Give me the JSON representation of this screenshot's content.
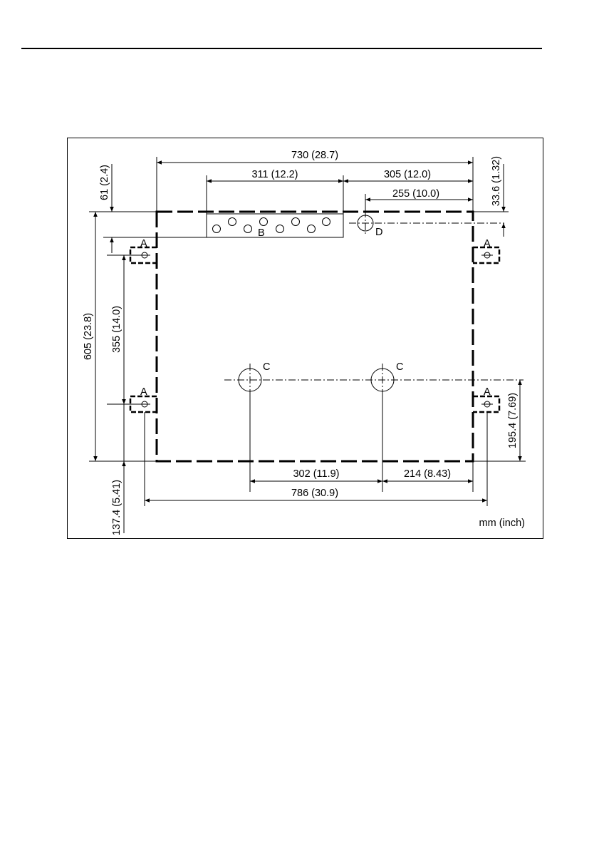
{
  "dimensions": {
    "overall_width": "730 (28.7)",
    "cable_plate_width": "311 (12.2)",
    "plate_offset_right": "305 (12.0)",
    "hole_d_offset": "255 (10.0)",
    "plate_height": "61 (2.4)",
    "hole_d_from_top": "33.6 (1.32)",
    "overall_height": "605 (23.8)",
    "mount_vertical_spacing": "355 (14.0)",
    "holes_c_spacing": "302 (11.9)",
    "hole_c_offset_right": "214 (8.43)",
    "holes_c_height": "195.4 (7.69)",
    "mount_horizontal_spacing": "786 (30.9)",
    "mount_below_base": "137.4 (5.41)"
  },
  "labels": {
    "mount": "A",
    "cable_plate": "B",
    "large_hole": "C",
    "small_hole": "D"
  },
  "unit_note": "mm (inch)"
}
